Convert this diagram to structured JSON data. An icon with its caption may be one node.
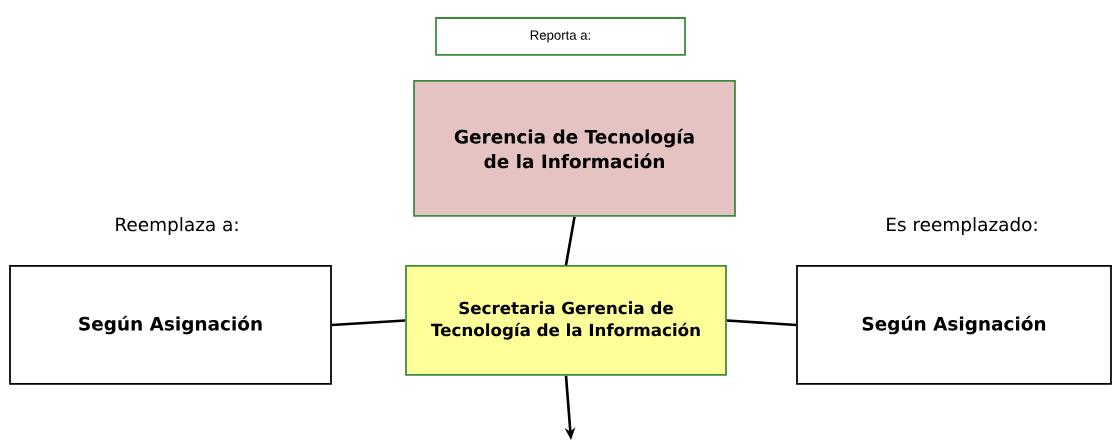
{
  "diagram": {
    "nodes": [
      {
        "text": [
          "Reporta a:"
        ]
      },
      {
        "text": [
          "Gerencia de Tecnología de la Información"
        ]
      },
      {
        "text": [
          "Según Asignación"
        ],
        "beside": [
          "Reemplaza a:"
        ]
      },
      {
        "text": [
          "Secretaria Gerencia de Tecnología de la Información"
        ]
      },
      {
        "text": [
          "Según Asignación"
        ],
        "beside": [
          "Es reemplazado:"
        ]
      }
    ],
    "edges": [
      {
        "from": 1,
        "to": 3,
        "arrow": "none"
      },
      {
        "from": 2,
        "to": 3,
        "arrow": "none"
      },
      {
        "from": 3,
        "to": 4,
        "arrow": "none"
      },
      {
        "from": 3,
        "to": null,
        "arrow": "to"
      }
    ]
  }
}
